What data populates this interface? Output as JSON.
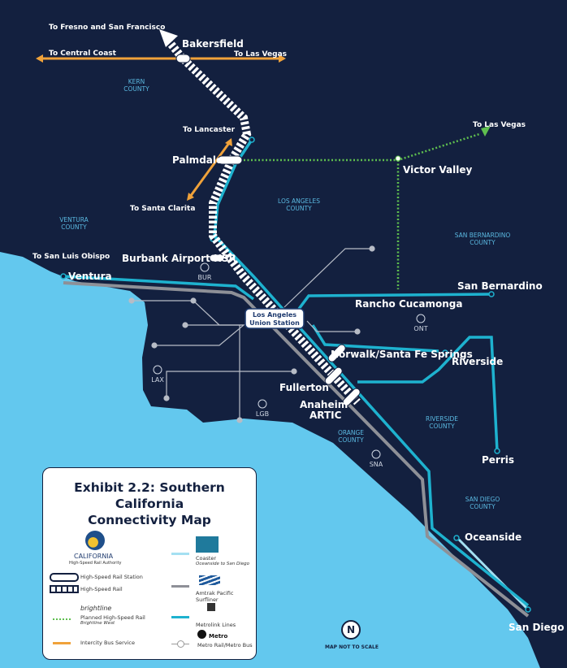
{
  "directions": {
    "fresno": "To Fresno and San Francisco",
    "central_coast": "To Central Coast",
    "las_vegas_top": "To Las Vegas",
    "lancaster": "To Lancaster",
    "santa_clarita": "To Santa Clarita",
    "las_vegas_right": "To Las Vegas",
    "san_luis_obispo": "To San Luis Obispo"
  },
  "stations": {
    "bakersfield": "Bakersfield",
    "palmdale": "Palmdale",
    "victor_valley": "Victor Valley",
    "burbank": "Burbank Airport HSR",
    "ventura": "Ventura",
    "lausd_1": "Los Angeles",
    "lausd_2": "Union Station",
    "rancho": "Rancho Cucamonga",
    "san_bernardino": "San Bernardino",
    "norwalk": "Norwalk/Santa Fe Springs",
    "riverside": "Riverside",
    "fullerton": "Fullerton",
    "anaheim_1": "Anaheim",
    "anaheim_2": "ARTIC",
    "perris": "Perris",
    "oceanside": "Oceanside",
    "san_diego": "San Diego"
  },
  "counties": {
    "kern": [
      "KERN",
      "COUNTY"
    ],
    "la": [
      "LOS ANGELES",
      "COUNTY"
    ],
    "ventura": [
      "VENTURA",
      "COUNTY"
    ],
    "sb": [
      "SAN BERNARDINO",
      "COUNTY"
    ],
    "riverside": [
      "RIVERSIDE",
      "COUNTY"
    ],
    "orange": [
      "ORANGE",
      "COUNTY"
    ],
    "sd": [
      "SAN DIEGO",
      "COUNTY"
    ]
  },
  "airports": [
    "BUR",
    "LAX",
    "LGB",
    "ONT",
    "SNA"
  ],
  "legend": {
    "title_1": "Exhibit 2.2: Southern California",
    "title_2": "Connectivity Map",
    "logo_text": "CALIFORNIA",
    "logo_sub": "High-Speed Rail Authority",
    "hsr_station": "High-Speed Rail Station",
    "hsr": "High-Speed Rail",
    "brightline": "brightline",
    "planned": "Planned High-Speed Rail",
    "planned_sub": "Brightline West",
    "bus": "Intercity Bus Service",
    "coaster": "Coaster",
    "coaster_sub": "Oceanside to San Diego",
    "amtrak": "Amtrak Pacific Surfliner",
    "metrolink": "Metrolink Lines",
    "metro_logo": "Metro",
    "metro": "Metro Rail/Metro Bus"
  },
  "north": "N",
  "not_to_scale": "MAP NOT TO SCALE",
  "colors": {
    "land": "#13203f",
    "ocean": "#63c8ee",
    "metrolink": "#1eb2cf",
    "amtrak": "#8e9097",
    "bus": "#f0a23a",
    "brightline": "#5fbf4f",
    "coaster": "#a4e0f2"
  }
}
